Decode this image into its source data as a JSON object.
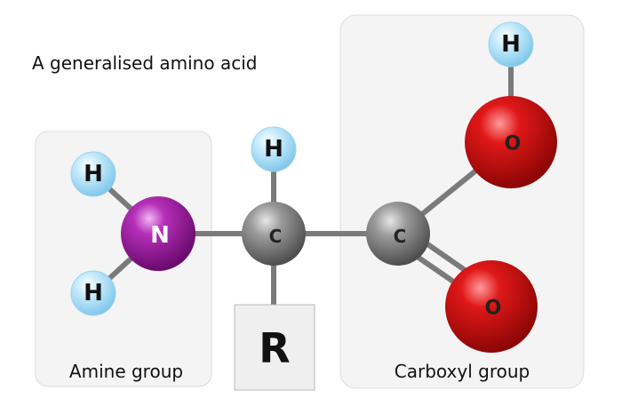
{
  "title": "A generalised amino acid",
  "groups": {
    "amine": "Amine group",
    "carboxyl": "Carboxyl group"
  },
  "atoms": {
    "amine_h_top": "H",
    "amine_h_bottom": "H",
    "nitrogen": "N",
    "alpha_c_h": "H",
    "alpha_carbon": "C",
    "carboxyl_carbon": "C",
    "hydroxyl_oxygen": "O",
    "hydroxyl_h": "H",
    "carbonyl_oxygen": "O"
  },
  "side_chain": "R",
  "colors": {
    "hydrogen": "#a8ddf7",
    "nitrogen": "#a01aa3",
    "carbon": "#8a8a8a",
    "oxygen": "#d40f0f",
    "bond": "#7a7a7a",
    "group_box": "#f4f4f4"
  },
  "icons": {
    "atoms": "sphere-icon"
  }
}
